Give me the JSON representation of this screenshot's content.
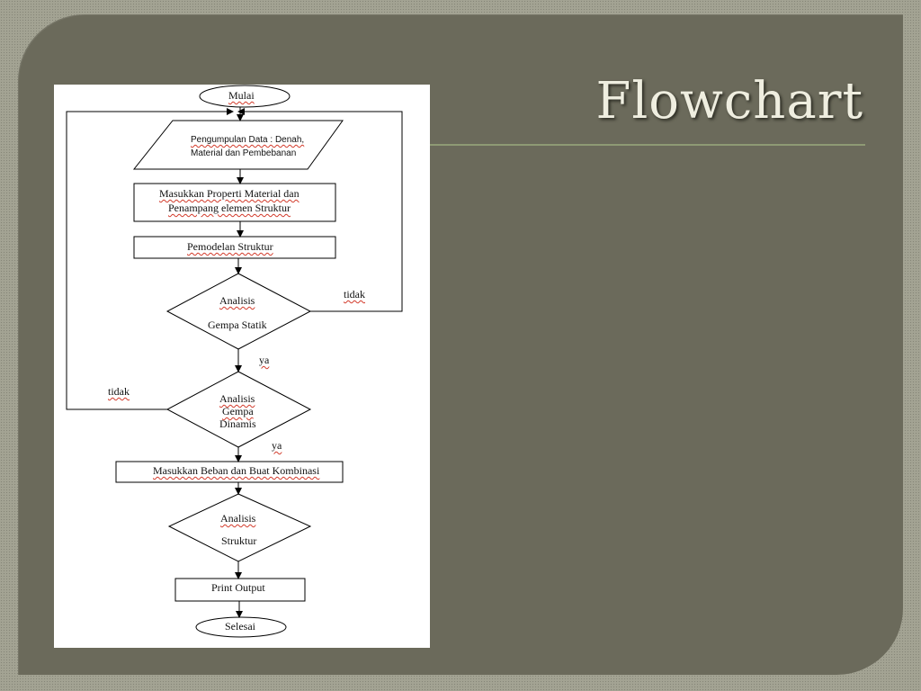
{
  "slide": {
    "title": "Flowchart",
    "colors": {
      "panel": "#6b6a5b",
      "frame": "#a3a393",
      "title_text": "#efeee0",
      "rule": "#8e9a74"
    }
  },
  "flowchart": {
    "start": "Mulai",
    "input_data": [
      "Pengumpulan Data : Denah,",
      "Material dan Pembebanan"
    ],
    "input_properties": [
      "Masukkan Properti Material dan",
      "Penampang elemen Struktur"
    ],
    "modeling": "Pemodelan Struktur",
    "decision_static": [
      "Analisis",
      "Gempa Statik"
    ],
    "decision_dynamic": [
      "Analisis",
      "Gempa",
      "Dinamis"
    ],
    "input_loads": "Masukkan Beban dan Buat Kombinasi",
    "decision_structure": [
      "Analisis",
      "Struktur"
    ],
    "output": "Print Output",
    "end": "Selesai",
    "labels": {
      "no_static": "tidak",
      "yes_static": "ya",
      "no_dynamic": "tidak",
      "yes_dynamic": "ya"
    }
  }
}
